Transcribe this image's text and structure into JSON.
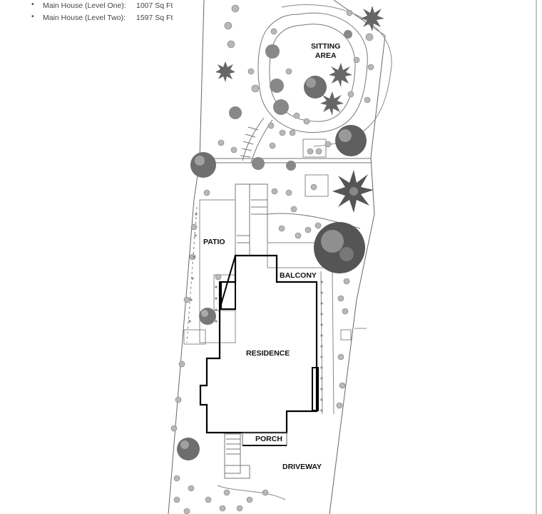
{
  "legend": {
    "bullet": "•",
    "items": [
      {
        "label": "Main House (Level One):",
        "value": "1007 Sq Ft"
      },
      {
        "label": "Main House (Level Two):",
        "value": "1597 Sq Ft"
      }
    ]
  },
  "labels": {
    "sitting_area_line1": "SITTING",
    "sitting_area_line2": "AREA",
    "patio": "PATIO",
    "balcony": "BALCONY",
    "residence": "RESIDENCE",
    "porch": "PORCH",
    "driveway": "DRIVEWAY"
  },
  "colors": {
    "line": "#555555",
    "house_outline": "#000000",
    "tree_dark": "#6e6e6e",
    "tree_light": "#b5b5b5",
    "shrub": "#9a9a9a"
  }
}
